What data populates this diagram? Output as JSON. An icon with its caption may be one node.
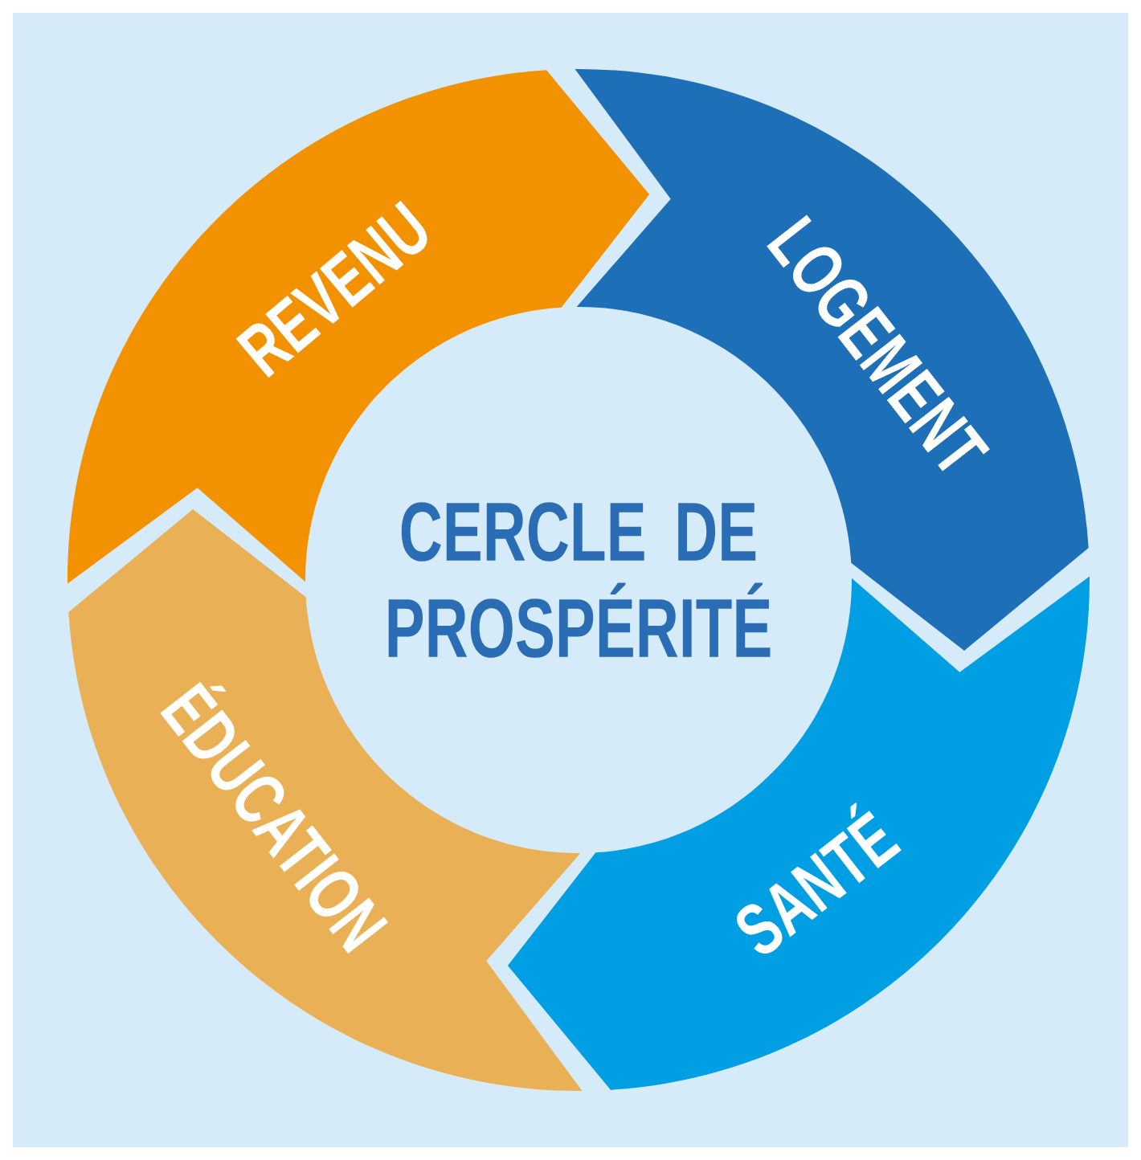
{
  "diagram": {
    "title": "CERCLE DE PROSPÉRITÉ",
    "nodes": [
      {
        "text": [
          "REVENU"
        ]
      },
      {
        "text": [
          "LOGEMENT"
        ]
      },
      {
        "text": [
          "SANTÉ"
        ]
      },
      {
        "text": [
          "ÉDUCATION"
        ]
      }
    ]
  }
}
